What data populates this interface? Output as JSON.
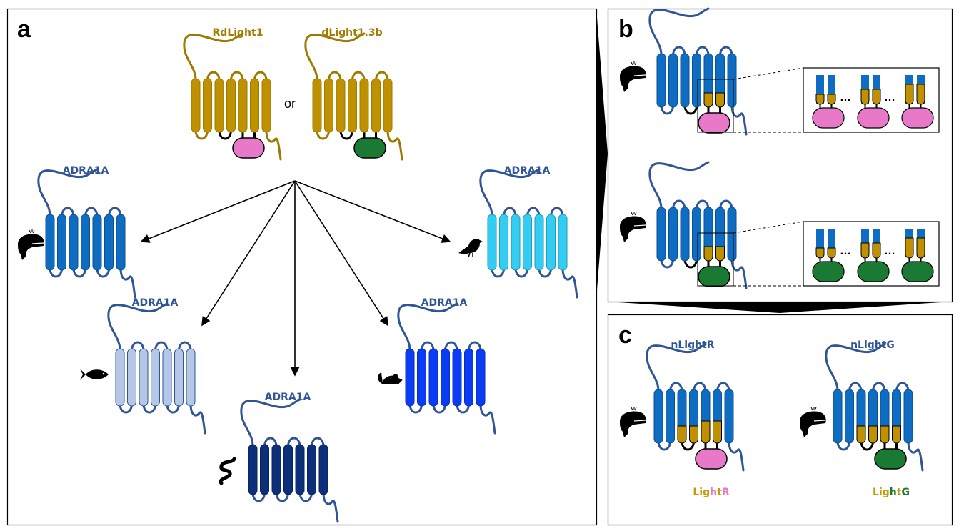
{
  "panels": {
    "a": "a",
    "b": "b",
    "c": "c"
  },
  "panel_a": {
    "sensor_left": "RdLight1",
    "sensor_right": "dLight1.3b",
    "or_text": "or",
    "receptors": [
      {
        "label": "ADRA1A",
        "species_icon": "whale-icon",
        "color": "#0E6CC2"
      },
      {
        "label": "ADRA1A",
        "species_icon": "bird-icon",
        "color": "#33CCF2"
      },
      {
        "label": "ADRA1A",
        "species_icon": "fish-icon",
        "color": "#B4C7E7"
      },
      {
        "label": "ADRA1A",
        "species_icon": "mouse-icon",
        "color": "#0A3CF5"
      },
      {
        "label": "ADRA1A",
        "species_icon": "snake-icon",
        "color": "#0B2F7A"
      }
    ]
  },
  "panel_c": {
    "left_title": "nLightR",
    "right_title": "nLightG",
    "left_caption": [
      "Lig",
      "h",
      "t",
      "R"
    ],
    "right_caption": [
      "Lig",
      "h",
      "t",
      "G"
    ]
  },
  "colors": {
    "sensor_gold": "#BF9000",
    "label_gold": "#A47C00",
    "label_blue": "#2F5597",
    "receptor_blue": "#0E6CC2",
    "pink": "#E878C8",
    "green": "#1A7A33"
  }
}
